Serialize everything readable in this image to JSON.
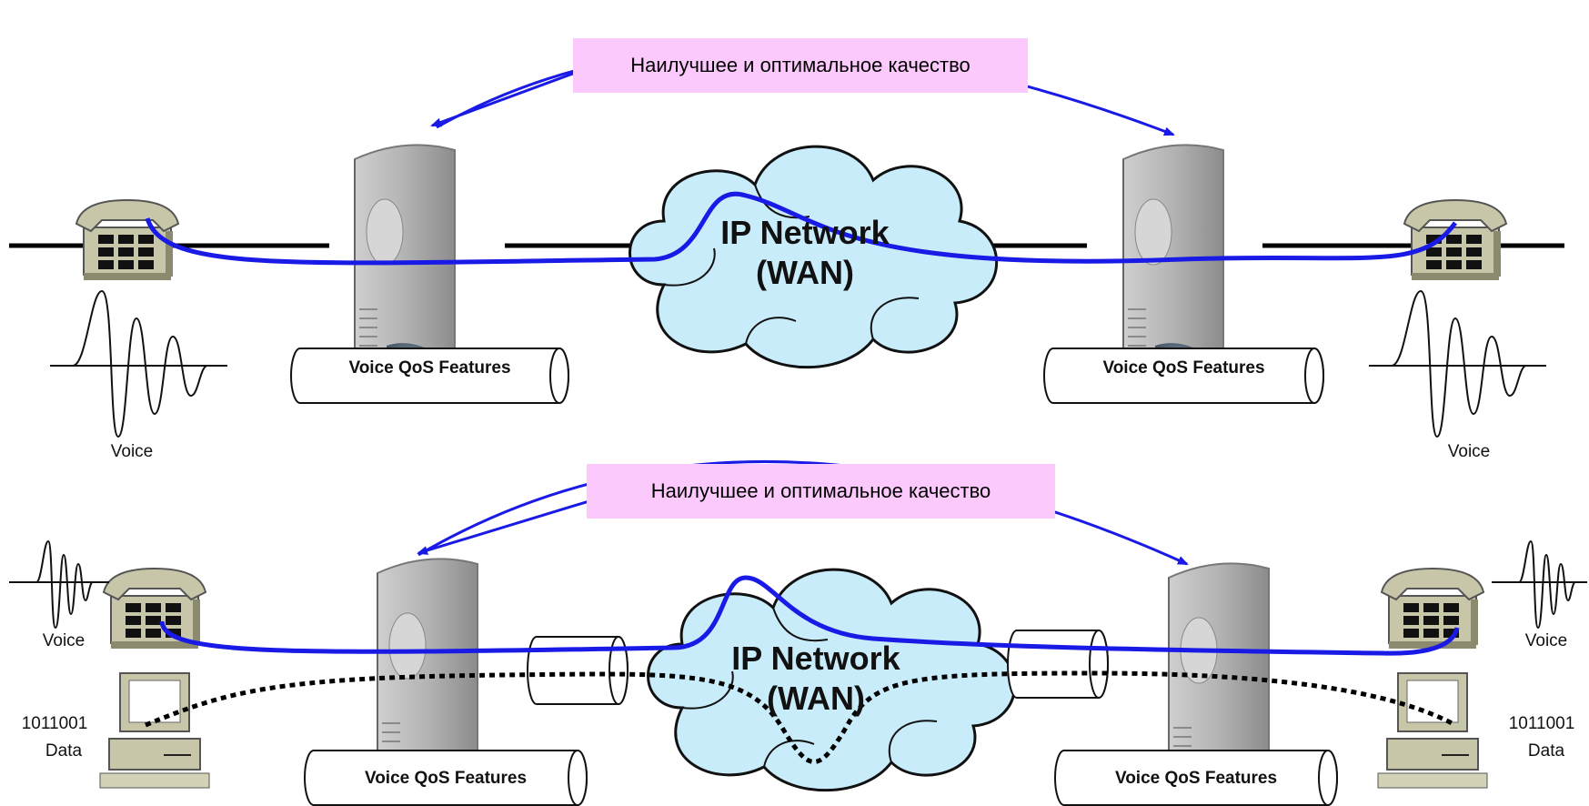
{
  "top_scenario": {
    "quality_label": "Наилучшее и оптимальное качество",
    "cloud_line1": "IP Network",
    "cloud_line2": "(WAN)",
    "qos_left": "Voice QoS Features",
    "qos_right": "Voice QoS Features",
    "voice_left": "Voice",
    "voice_right": "Voice"
  },
  "bottom_scenario": {
    "quality_label": "Наилучшее и оптимальное качество",
    "cloud_line1": "IP Network",
    "cloud_line2": "(WAN)",
    "qos_left": "Voice QoS Features",
    "qos_right": "Voice QoS Features",
    "voice_left": "Voice",
    "voice_right": "Voice",
    "data_left_bits": "1011001",
    "data_left_label": "Data",
    "data_right_bits": "1011001",
    "data_right_label": "Data"
  },
  "colors": {
    "voice_path": "#1a1ae6",
    "arrow": "#1a1ae6",
    "quality_bg": "#fbc9fb",
    "cloud_fill": "#c9ecfb",
    "phone_body": "#c8c6a8",
    "device_body": "#a8a8a8"
  },
  "icons": {
    "phone": "telephone-icon",
    "gateway": "voip-gateway-icon",
    "computer": "computer-icon",
    "cloud": "cloud-icon",
    "pipe": "pipe-icon",
    "waveform": "voice-waveform-icon"
  }
}
